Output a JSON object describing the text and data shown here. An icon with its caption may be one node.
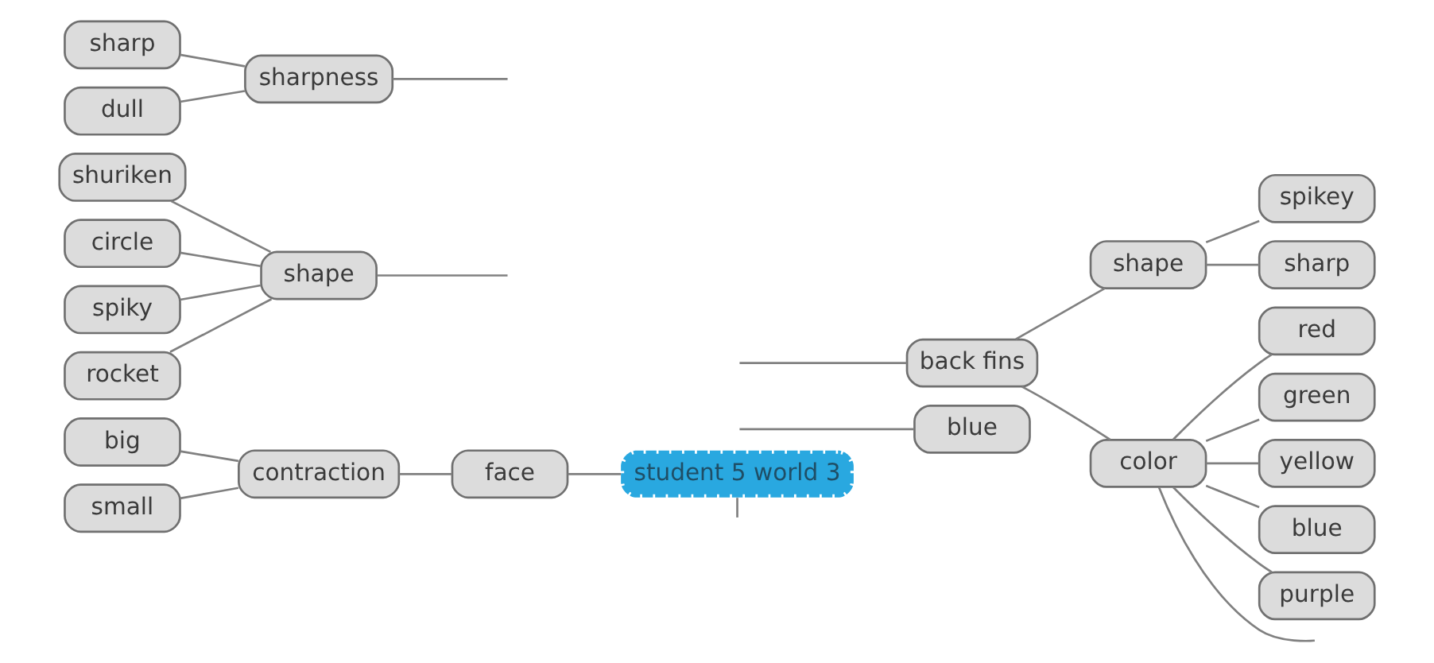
{
  "diagram": {
    "nodes": [
      {
        "text": [
          "student 5 world 3"
        ]
      },
      {
        "text": [
          "shuriken"
        ]
      },
      {
        "text": [
          "shape"
        ]
      },
      {
        "text": [
          "circle"
        ]
      },
      {
        "text": [
          "spiky"
        ]
      },
      {
        "text": [
          "rocket"
        ]
      },
      {
        "text": [
          "sharp"
        ]
      },
      {
        "text": [
          "sharpness"
        ]
      },
      {
        "text": [
          "dull"
        ]
      },
      {
        "text": [
          "big"
        ]
      },
      {
        "text": [
          "contraction"
        ]
      },
      {
        "text": [
          "face"
        ]
      },
      {
        "text": [
          "small"
        ]
      },
      {
        "text": [
          "blue"
        ]
      },
      {
        "text": [
          "back fins"
        ]
      },
      {
        "text": [
          "shape"
        ]
      },
      {
        "text": [
          "spikey"
        ]
      },
      {
        "text": [
          "sharp"
        ]
      },
      {
        "text": [
          "color"
        ]
      },
      {
        "text": [
          "red"
        ]
      },
      {
        "text": [
          "green"
        ]
      },
      {
        "text": [
          "yellow"
        ]
      },
      {
        "text": [
          "blue"
        ]
      },
      {
        "text": [
          "purple"
        ]
      }
    ],
    "edges": [
      {
        "from": 1,
        "to": 2,
        "arrow": "none"
      },
      {
        "from": 3,
        "to": 2,
        "arrow": "none"
      },
      {
        "from": 4,
        "to": 2,
        "arrow": "none"
      },
      {
        "from": 5,
        "to": 2,
        "arrow": "none"
      },
      {
        "from": 2,
        "to": null,
        "arrow": "none"
      },
      {
        "from": 6,
        "to": 7,
        "arrow": "none"
      },
      {
        "from": 8,
        "to": 7,
        "arrow": "none"
      },
      {
        "from": 7,
        "to": null,
        "arrow": "none"
      },
      {
        "from": 9,
        "to": 10,
        "arrow": "none"
      },
      {
        "from": 12,
        "to": 10,
        "arrow": "none"
      },
      {
        "from": 10,
        "to": 11,
        "arrow": "none"
      },
      {
        "from": 11,
        "to": 0,
        "arrow": "none"
      },
      {
        "from": 0,
        "to": null,
        "arrow": "none"
      },
      {
        "from": null,
        "to": 13,
        "arrow": "none"
      },
      {
        "from": null,
        "to": 14,
        "arrow": "none"
      },
      {
        "from": 14,
        "to": 15,
        "arrow": "none"
      },
      {
        "from": 15,
        "to": 16,
        "arrow": "none"
      },
      {
        "from": 15,
        "to": 17,
        "arrow": "none"
      },
      {
        "from": 14,
        "to": 18,
        "arrow": "none"
      },
      {
        "from": 18,
        "to": 19,
        "arrow": "none"
      },
      {
        "from": 18,
        "to": 20,
        "arrow": "none"
      },
      {
        "from": 18,
        "to": 21,
        "arrow": "none"
      },
      {
        "from": 18,
        "to": 22,
        "arrow": "none"
      },
      {
        "from": 18,
        "to": 23,
        "arrow": "none"
      },
      {
        "from": 18,
        "to": null,
        "arrow": "none"
      }
    ]
  }
}
